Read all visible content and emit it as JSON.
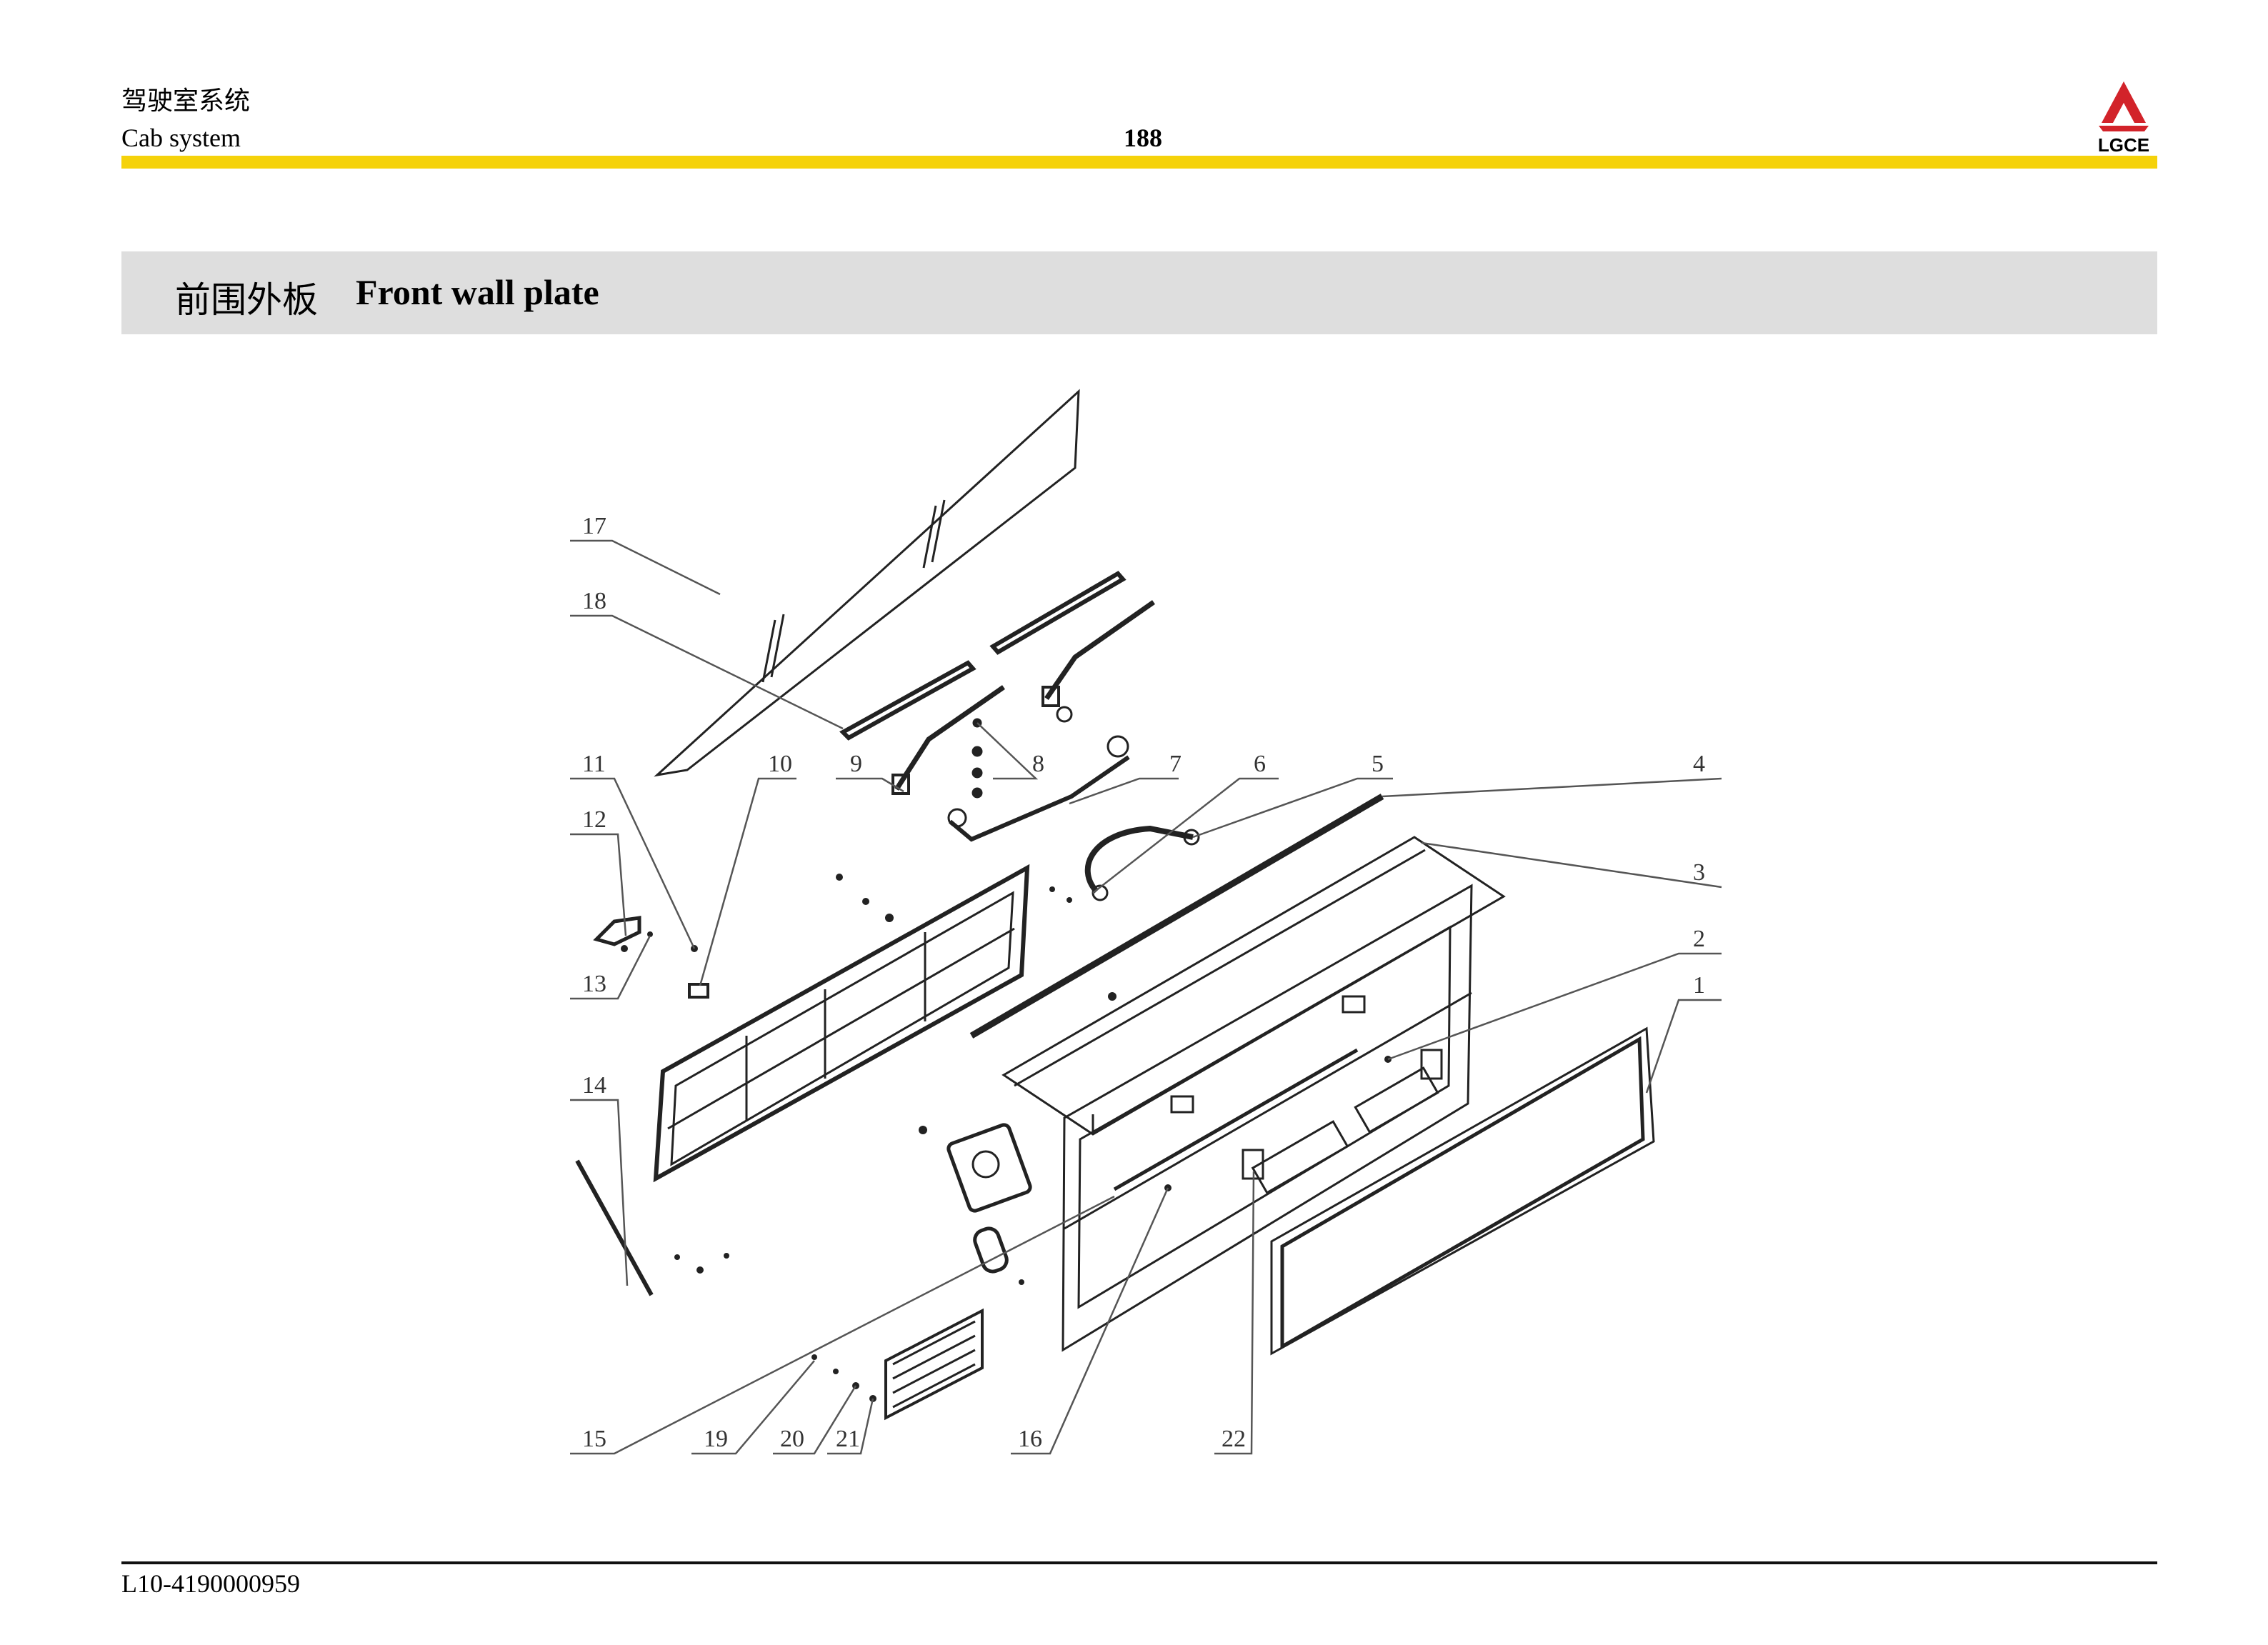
{
  "header": {
    "section_cn": "驾驶室系统",
    "section_en": "Cab system",
    "page_number": "188",
    "logo_text": "LGCE",
    "bar_color": "#f5d20a",
    "logo_color": "#d2232a"
  },
  "title": {
    "cn": "前围外板",
    "en": "Front wall plate"
  },
  "callouts": [
    "1",
    "2",
    "3",
    "4",
    "5",
    "6",
    "7",
    "8",
    "9",
    "10",
    "11",
    "12",
    "13",
    "14",
    "15",
    "16",
    "17",
    "18",
    "19",
    "20",
    "21",
    "22"
  ],
  "footer": {
    "doc_code": "L10-4190000959"
  }
}
